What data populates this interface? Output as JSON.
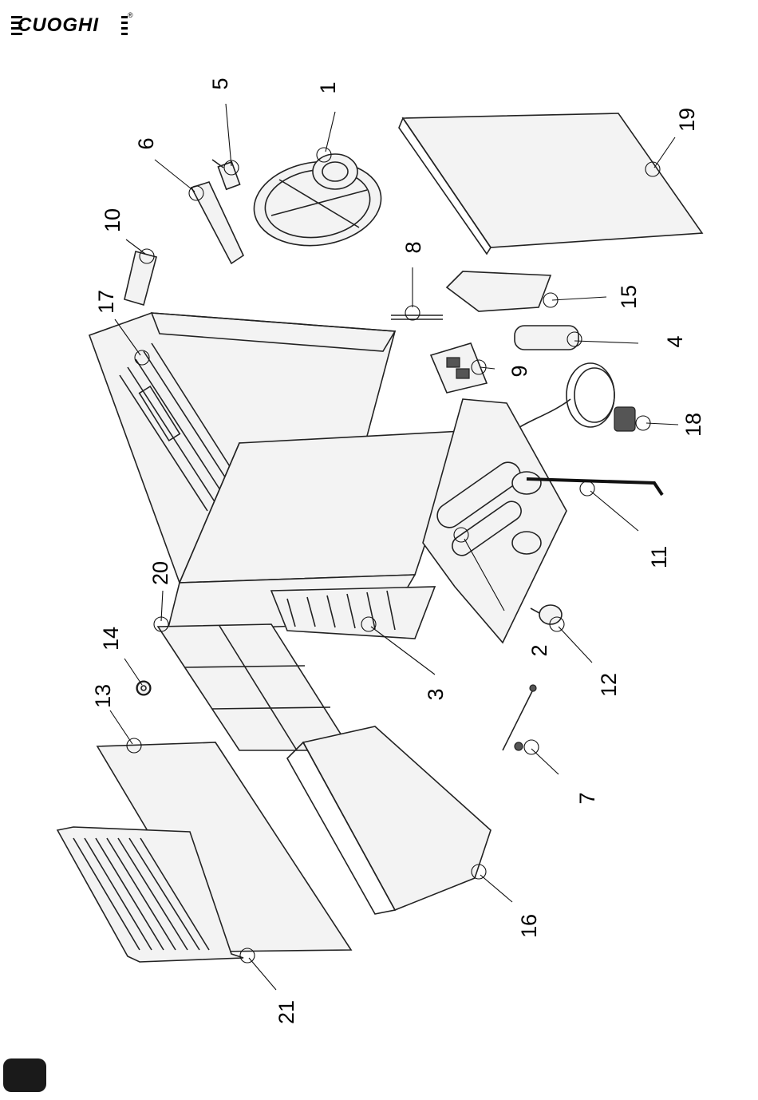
{
  "header": {
    "brand": "CUOGHI",
    "registered_mark": "®"
  },
  "callouts": [
    {
      "id": "c1",
      "number": "1"
    },
    {
      "id": "c2",
      "number": "2"
    },
    {
      "id": "c3",
      "number": "3"
    },
    {
      "id": "c4",
      "number": "4"
    },
    {
      "id": "c5",
      "number": "5"
    },
    {
      "id": "c6",
      "number": "6"
    },
    {
      "id": "c7",
      "number": "7"
    },
    {
      "id": "c8",
      "number": "8"
    },
    {
      "id": "c9",
      "number": "9"
    },
    {
      "id": "c10",
      "number": "10"
    },
    {
      "id": "c11",
      "number": "11"
    },
    {
      "id": "c12",
      "number": "12"
    },
    {
      "id": "c13",
      "number": "13"
    },
    {
      "id": "c14",
      "number": "14"
    },
    {
      "id": "c15",
      "number": "15"
    },
    {
      "id": "c16",
      "number": "16"
    },
    {
      "id": "c17",
      "number": "17"
    },
    {
      "id": "c18",
      "number": "18"
    },
    {
      "id": "c19",
      "number": "19"
    },
    {
      "id": "c20",
      "number": "20"
    },
    {
      "id": "c21",
      "number": "21"
    }
  ]
}
